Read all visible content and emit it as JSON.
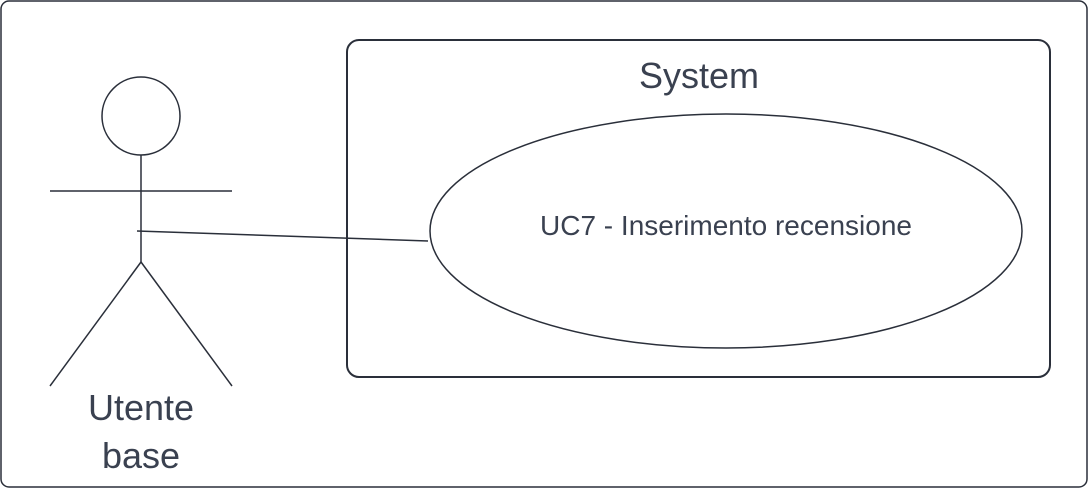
{
  "system": {
    "title": "System"
  },
  "actor": {
    "label_line1": "Utente",
    "label_line2": "base"
  },
  "use_case": {
    "label": "UC7 - Inserimento recensione"
  },
  "colors": {
    "stroke": "#2a2f3a",
    "text": "#3a4150",
    "background": "#ffffff"
  }
}
